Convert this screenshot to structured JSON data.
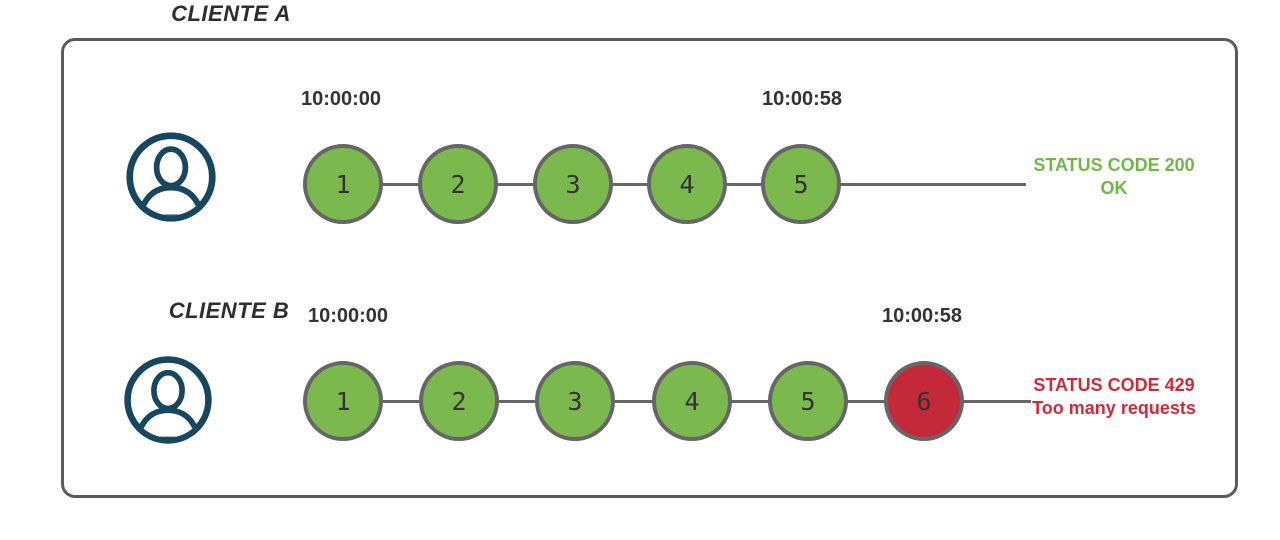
{
  "colors": {
    "success": "#7bb94e",
    "error": "#c4293a",
    "success_text": "#6fb848",
    "error_text": "#d02a3a",
    "avatar": "#17465f",
    "line": "#666666"
  },
  "rows": [
    {
      "client": "CLIENTE A",
      "start_time": "10:00:00",
      "end_time": "10:00:58",
      "requests": [
        {
          "label": "1",
          "status": "success"
        },
        {
          "label": "2",
          "status": "success"
        },
        {
          "label": "3",
          "status": "success"
        },
        {
          "label": "4",
          "status": "success"
        },
        {
          "label": "5",
          "status": "success"
        }
      ],
      "result": {
        "line1": "STATUS CODE 200",
        "line2": "OK",
        "status": "success"
      }
    },
    {
      "client": "CLIENTE B",
      "start_time": "10:00:00",
      "end_time": "10:00:58",
      "requests": [
        {
          "label": "1",
          "status": "success"
        },
        {
          "label": "2",
          "status": "success"
        },
        {
          "label": "3",
          "status": "success"
        },
        {
          "label": "4",
          "status": "success"
        },
        {
          "label": "5",
          "status": "success"
        },
        {
          "label": "6",
          "status": "error"
        }
      ],
      "result": {
        "line1": "STATUS CODE 429",
        "line2": "Too many requests",
        "status": "error"
      }
    }
  ]
}
